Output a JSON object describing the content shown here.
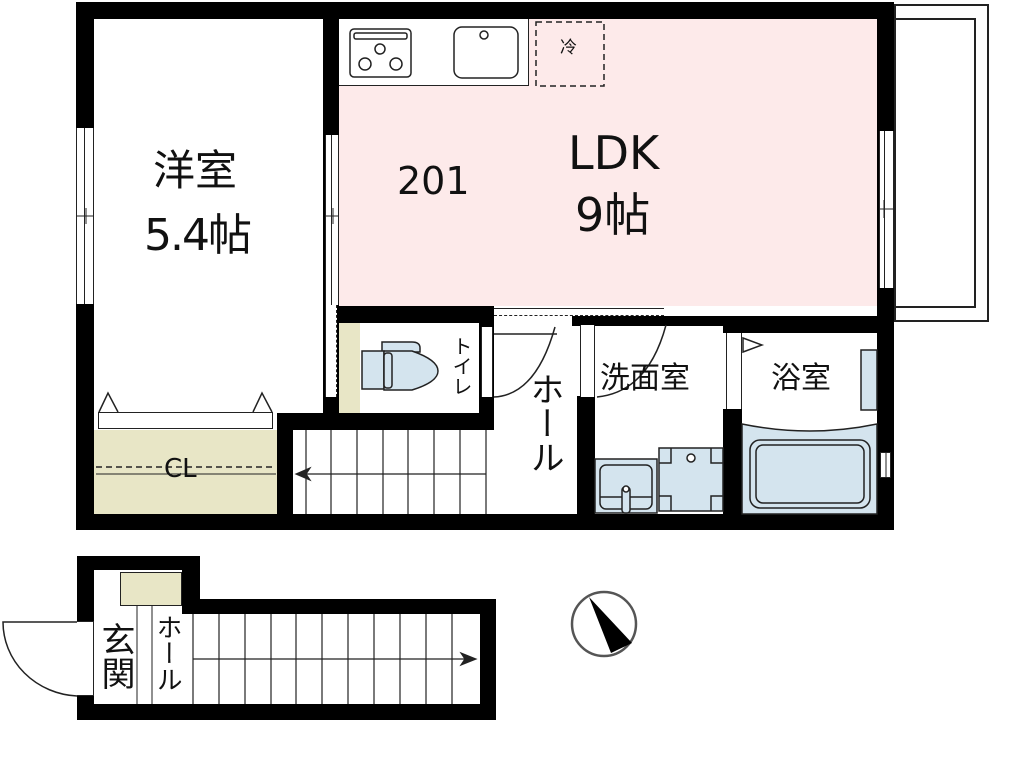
{
  "unit_number": "201",
  "rooms": {
    "western_room": {
      "name": "洋室",
      "size": "5.4帖"
    },
    "ldk": {
      "name": "LDK",
      "size": "9帖"
    },
    "toilet": {
      "name": "トイレ"
    },
    "hall_upper": {
      "name": "ホール"
    },
    "washroom": {
      "name": "洗面室"
    },
    "bathroom": {
      "name": "浴室"
    },
    "closet": {
      "name": "CL"
    },
    "entrance": {
      "name": "玄関"
    },
    "hall_lower": {
      "name": "ホール"
    }
  },
  "fixtures": {
    "refrigerator": "冷",
    "stove": "stove-icon",
    "sink": "sink-icon",
    "toilet_fixture": "toilet-icon",
    "washbasin": "washbasin-icon",
    "washing_machine": "washing-machine-icon",
    "bathtub": "bathtub-icon"
  },
  "compass": {
    "icon": "north-arrow-icon",
    "direction_deg": -25
  },
  "colors": {
    "wall": "#000000",
    "ldk_fill": "#fdeaea",
    "storage_fill": "#e8e6c6",
    "fixture_fill": "#d4e4ee"
  }
}
